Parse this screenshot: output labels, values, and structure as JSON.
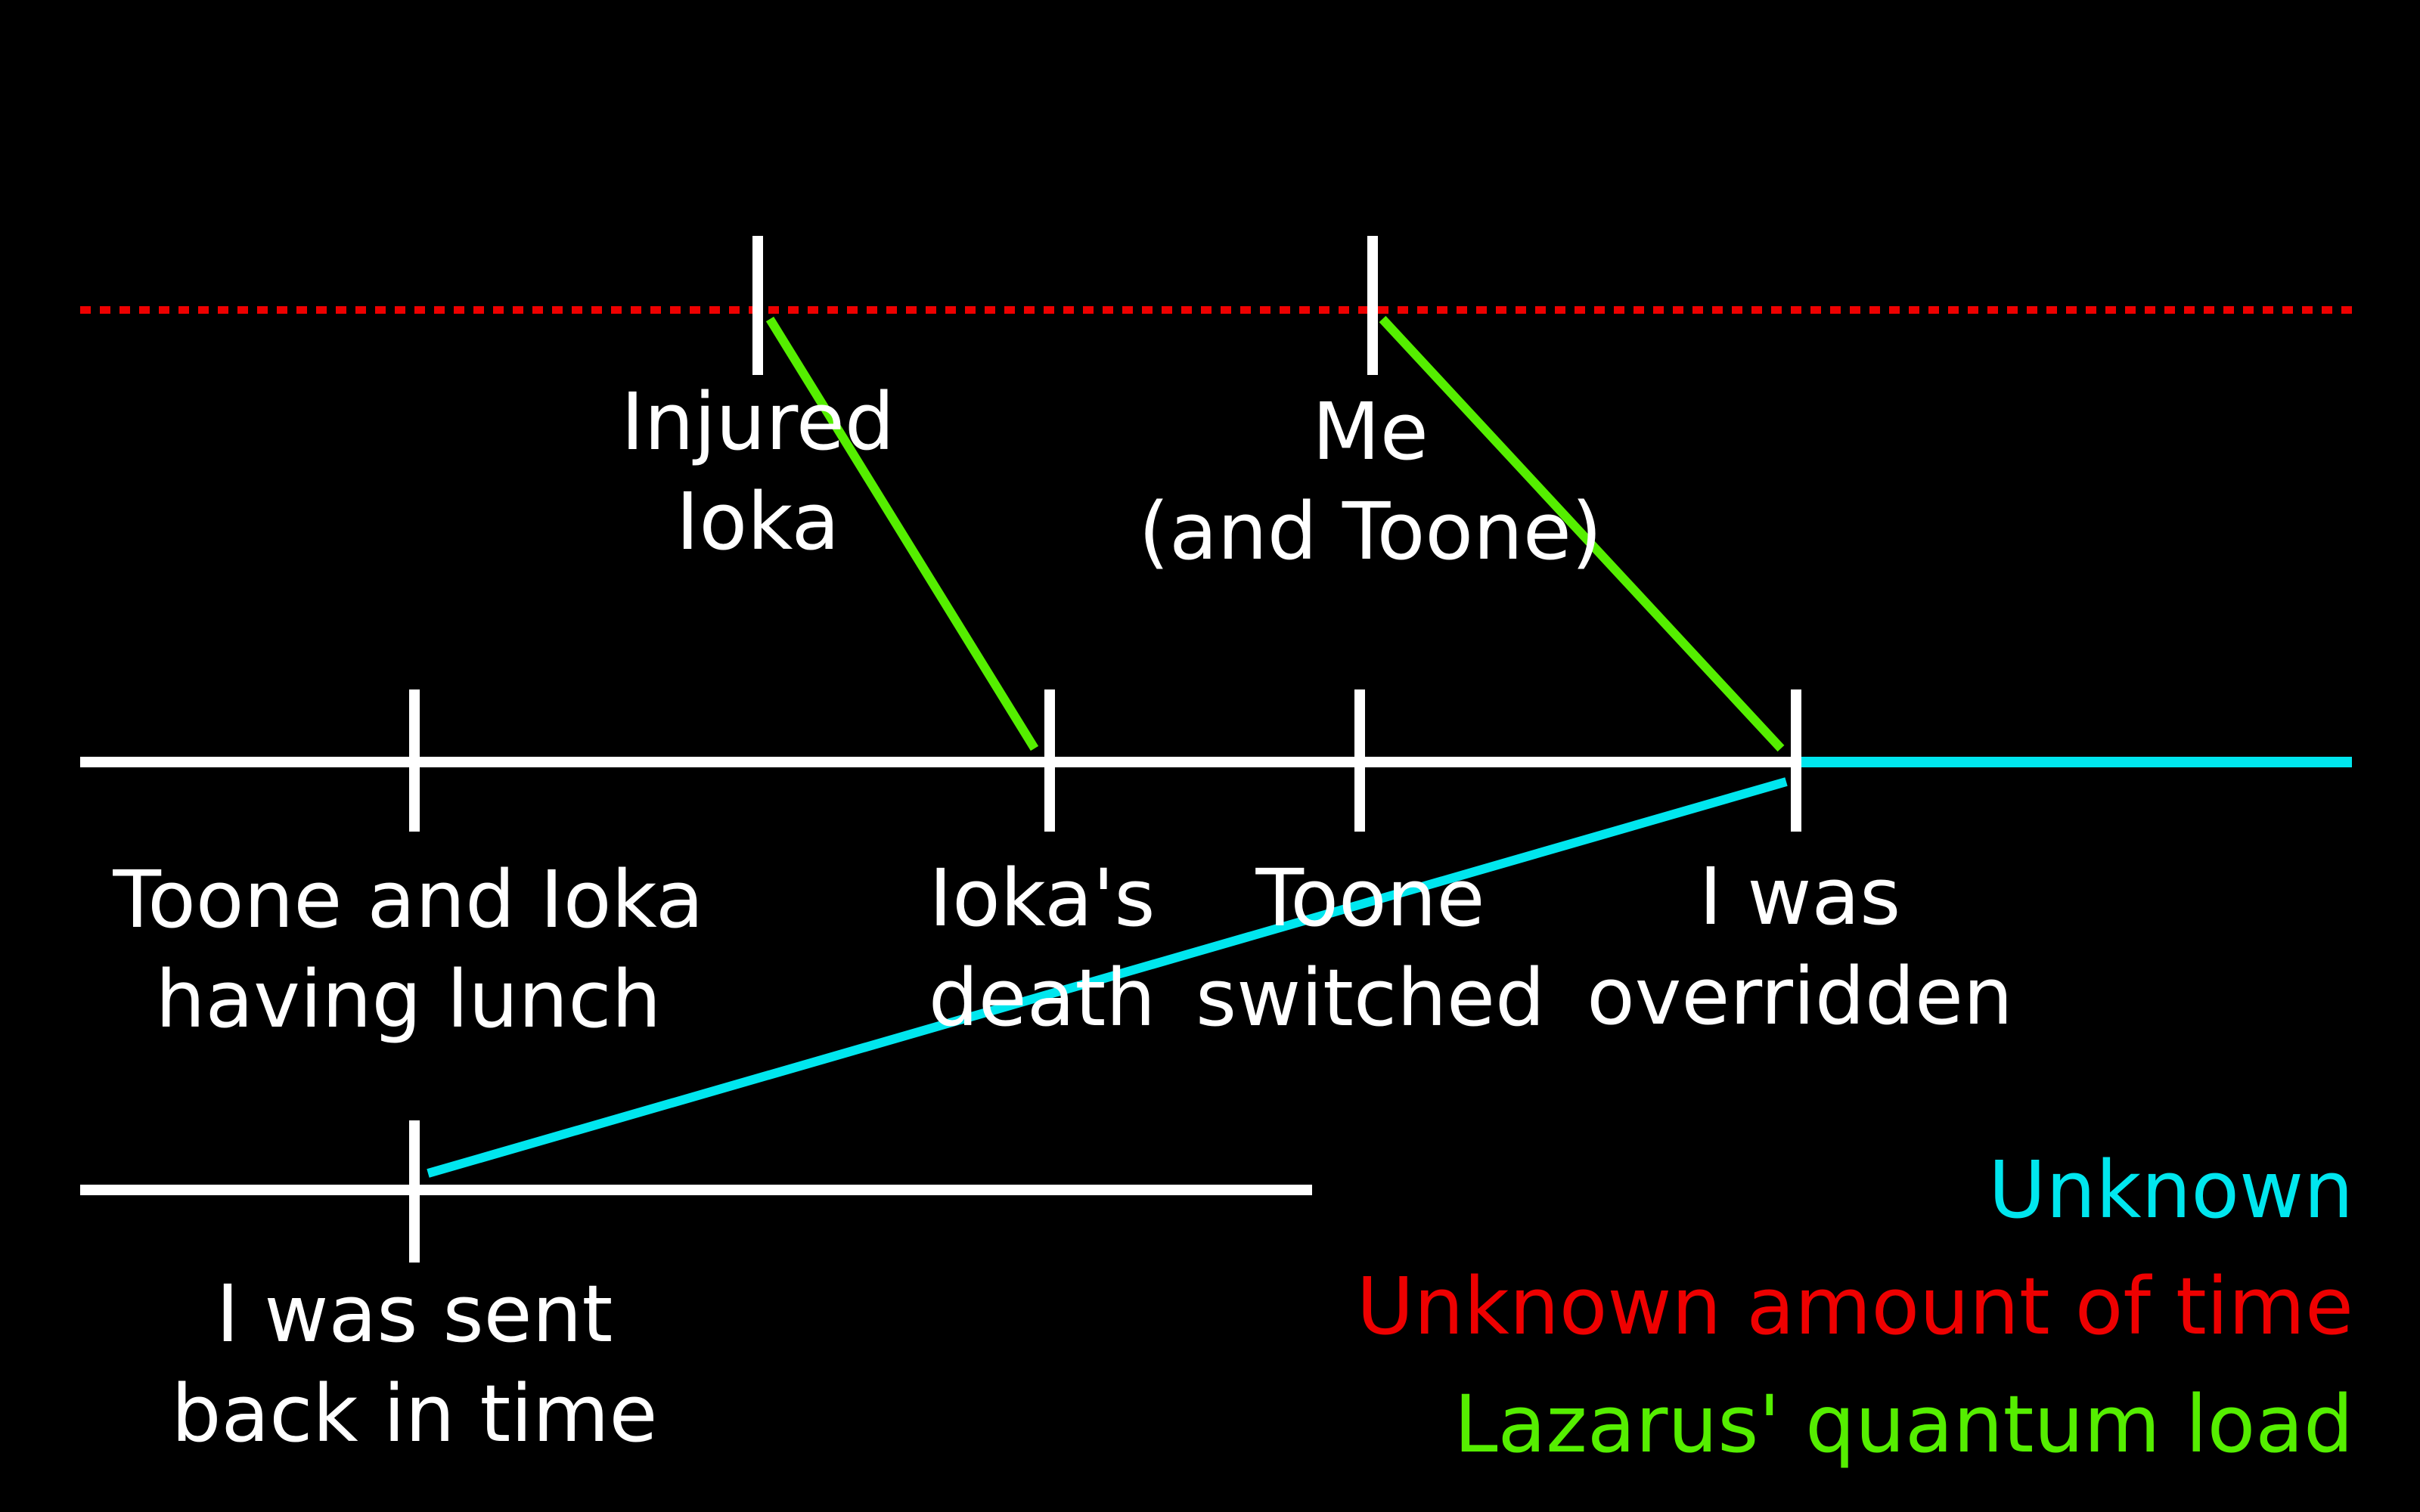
{
  "colors": {
    "background": "#000000",
    "timeline": "#ffffff",
    "unknown": "#00e6ee",
    "unknown_time": "#ee0000",
    "quantum_load": "#55ee00"
  },
  "labels": {
    "injured_ioka": [
      "Injured",
      "Ioka"
    ],
    "me_and_toone": [
      "Me",
      "(and Toone)"
    ],
    "toone_ioka_lunch": [
      "Toone and Ioka",
      "having lunch"
    ],
    "ioka_death": [
      "Ioka's",
      "death"
    ],
    "toone_switched": [
      "Toone",
      "switched"
    ],
    "overridden": [
      "I was",
      "overridden"
    ],
    "sent_back": [
      "I was sent",
      "back in time"
    ]
  },
  "legend": {
    "unknown": "Unknown",
    "unknown_time": "Unknown amount of time",
    "quantum_load": "Lazarus' quantum load"
  }
}
